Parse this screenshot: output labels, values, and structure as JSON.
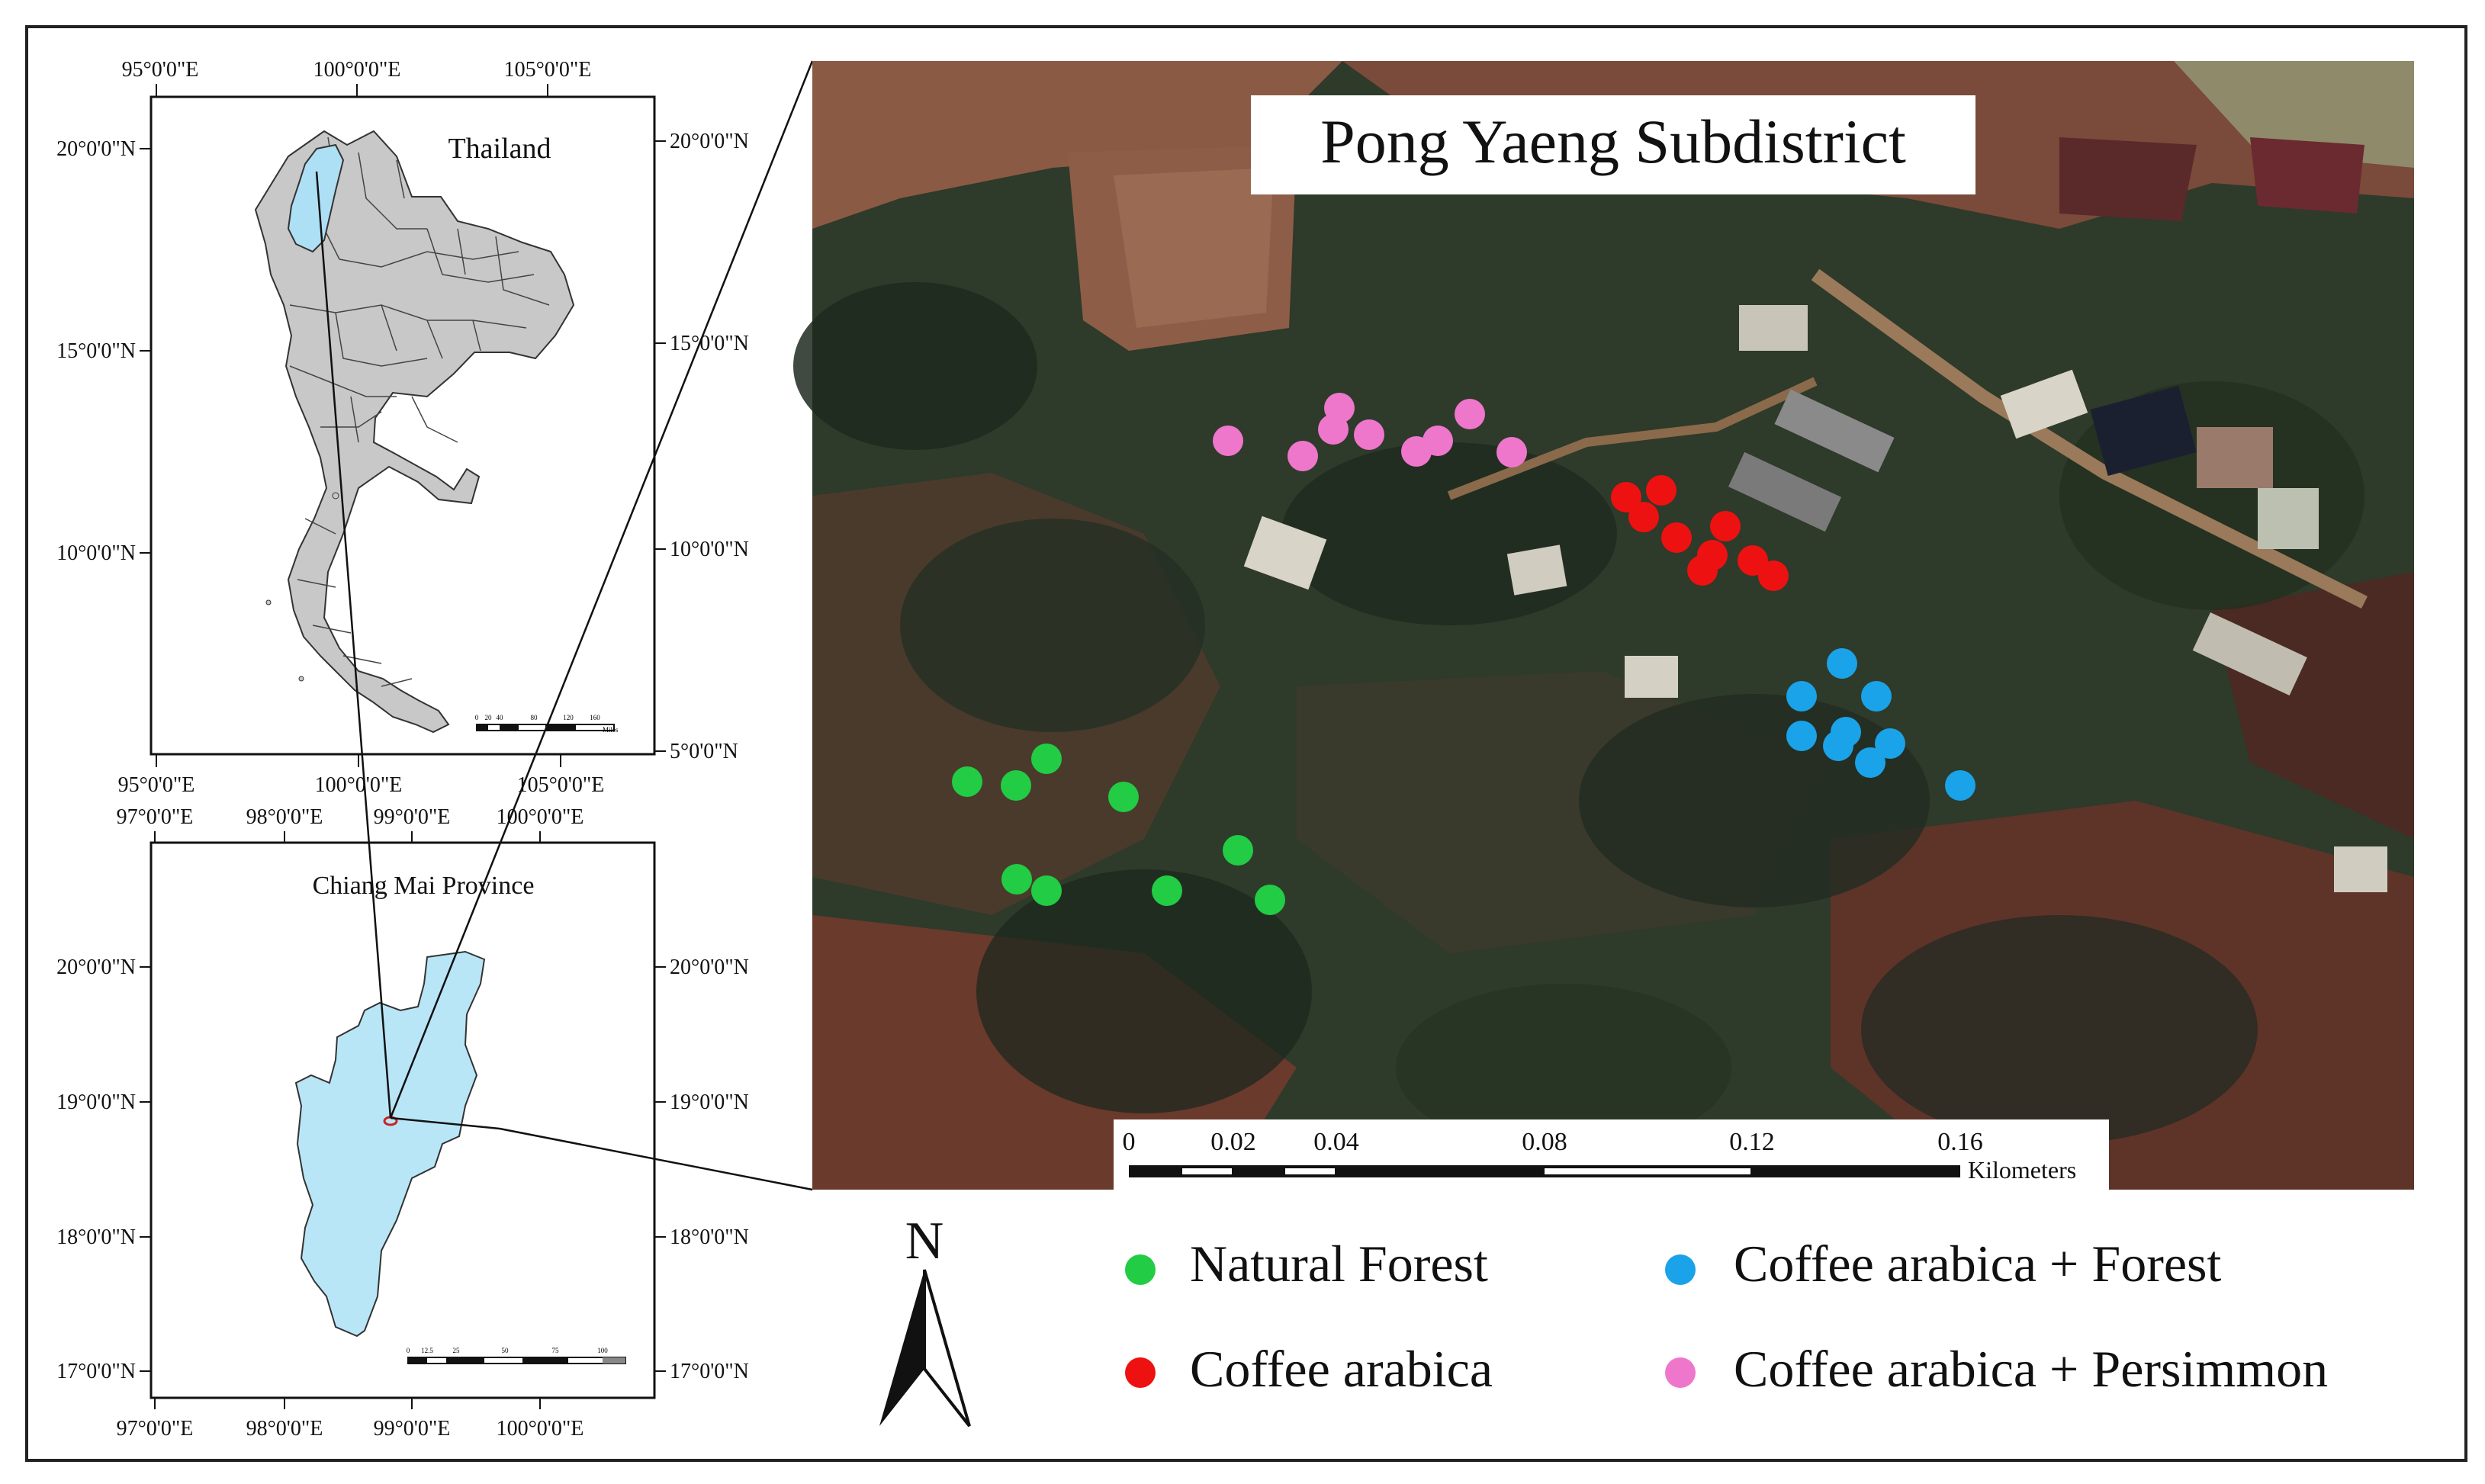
{
  "thailand_map": {
    "title": "Thailand",
    "lon_labels": [
      "95°0'0\"E",
      "100°0'0\"E",
      "105°0'0\"E"
    ],
    "lat_labels_left": [
      "20°0'0\"N",
      "15°0'0\"N",
      "10°0'0\"N"
    ],
    "lat_labels_right": [
      "20°0'0\"N",
      "15°0'0\"N",
      "10°0'0\"N",
      "5°0'0\"N"
    ],
    "scale_ticks": [
      "0",
      "20",
      "40",
      "80",
      "120",
      "160"
    ],
    "scale_unit": "Miles",
    "highlight_color": "#aee0f5",
    "land_color": "#c8c8c8"
  },
  "chiangmai_map": {
    "title": "Chiang Mai Province",
    "lon_labels": [
      "97°0'0\"E",
      "98°0'0\"E",
      "99°0'0\"E",
      "100°0'0\"E"
    ],
    "lat_labels": [
      "20°0'0\"N",
      "19°0'0\"N",
      "18°0'0\"N",
      "17°0'0\"N"
    ],
    "scale_ticks": [
      "0",
      "12.5",
      "25",
      "50",
      "75",
      "100"
    ],
    "province_color": "#b9e6f7"
  },
  "satellite": {
    "title": "Pong Yaeng Subdistrict",
    "scale_ticks": [
      "0",
      "0.02",
      "0.04",
      "0.08",
      "0.12",
      "0.16"
    ],
    "scale_unit": "Kilometers"
  },
  "north_arrow": {
    "label": "N"
  },
  "legend": [
    {
      "label": "Natural Forest",
      "color": "#22cc44"
    },
    {
      "label": "Coffee arabica + Forest",
      "color": "#1aa3e8"
    },
    {
      "label": "Coffee arabica",
      "color": "#ee1111"
    },
    {
      "label": "Coffee arabica + Persimmon",
      "color": "#ee77cc"
    }
  ]
}
